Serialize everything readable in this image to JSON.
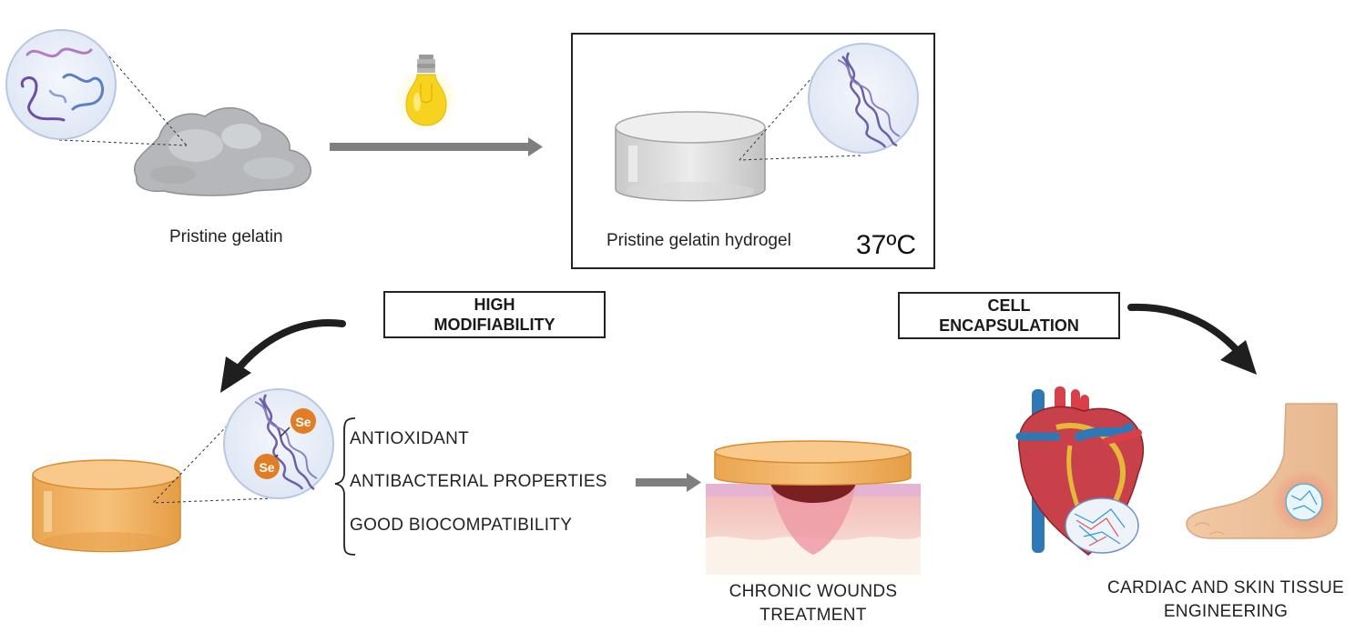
{
  "top": {
    "pristine_gelatin": "Pristine gelatin",
    "hydrogel_label": "Pristine gelatin hydrogel",
    "temperature": "37ºC"
  },
  "boxes": {
    "high_modifiability": [
      "HIGH",
      "MODIFIABILITY"
    ],
    "cell_encapsulation": [
      "CELL",
      "ENCAPSULATION"
    ]
  },
  "properties": [
    "ANTIOXIDANT",
    "ANTIBACTERIAL PROPERTIES",
    "GOOD BIOCOMPATIBILITY"
  ],
  "selenium": "Se",
  "outcomes": {
    "wounds": [
      "CHRONIC WOUNDS",
      "TREATMENT"
    ],
    "tissue": [
      "CARDIAC AND SKIN TISSUE",
      "ENGINEERING"
    ]
  },
  "colors": {
    "arrow_gray": "#7f7f7f",
    "curve_arrow": "#1f1f1f",
    "chain_purple": "#6a5fa8",
    "se_orange": "#e07d25",
    "hydrogel_orange": "#f2b565",
    "bulb_yellow": "#f7d21e"
  }
}
